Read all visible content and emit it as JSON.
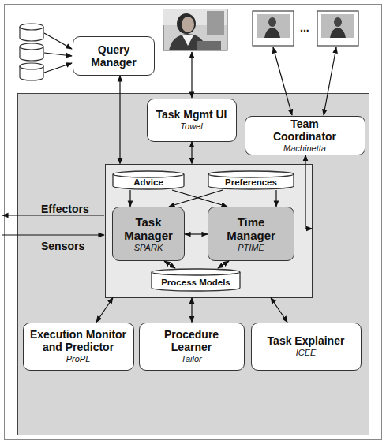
{
  "diagram": {
    "nodes": [
      {
        "text": [
          "Query Manager"
        ]
      },
      {
        "text": []
      },
      {
        "text": [
          "Task Mgmt UI",
          "Towel"
        ],
        "in": 1
      },
      {
        "text": [
          "Team Coordinator",
          "Machinetta"
        ],
        "in": 1
      },
      {
        "text": [],
        "in": 1
      },
      {
        "text": [
          "Advice"
        ],
        "in": 4
      },
      {
        "text": [
          "Preferences"
        ],
        "in": 4
      },
      {
        "text": [
          "Task Manager",
          "SPARK"
        ],
        "in": 4
      },
      {
        "text": [
          "Time Manager",
          "PTIME"
        ],
        "in": 4
      },
      {
        "text": [
          "Process Models"
        ],
        "in": 4
      },
      {
        "text": [
          "Execution Monitor and Predictor",
          "ProPL"
        ],
        "in": 1
      },
      {
        "text": [
          "Procedure Learner",
          "Tailor"
        ],
        "in": 1
      },
      {
        "text": [
          "Task Explainer",
          "ICEE"
        ],
        "in": 1
      }
    ],
    "edges": [
      {
        "from": 0,
        "to": 4,
        "arrow": "both"
      },
      {
        "from": 2,
        "to": 4,
        "arrow": "both"
      },
      {
        "from": 3,
        "to": 4,
        "arrow": "both"
      },
      {
        "from": 5,
        "to": 7,
        "arrow": "to"
      },
      {
        "from": 5,
        "to": 8,
        "arrow": "to"
      },
      {
        "from": 6,
        "to": 7,
        "arrow": "to"
      },
      {
        "from": 6,
        "to": 8,
        "arrow": "to"
      },
      {
        "from": 7,
        "to": 8,
        "arrow": "both"
      },
      {
        "from": 7,
        "to": 9,
        "arrow": "both"
      },
      {
        "from": 8,
        "to": 9,
        "arrow": "both"
      },
      {
        "from": 4,
        "to": 10,
        "arrow": "both"
      },
      {
        "from": 4,
        "to": 11,
        "arrow": "both"
      },
      {
        "from": 4,
        "to": 12,
        "arrow": "both"
      }
    ],
    "labels": [
      "Effectors",
      "Sensors",
      "..."
    ]
  }
}
